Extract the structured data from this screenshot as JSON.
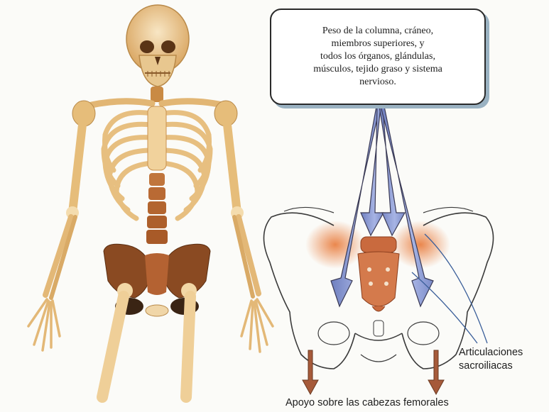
{
  "callout": {
    "text": "Peso de la columna, cráneo,\nmiembros superiores, y\ntodos los órganos, glándulas,\nmúsculos, tejido graso y sistema\nnervioso."
  },
  "labels": {
    "sacroiliac": "Articulaciones\nsacroiliacas",
    "femoral_support": "Apoyo sobre las cabezas femorales"
  },
  "colors": {
    "bone": "#e9c48a",
    "bone_shadow": "#c98a44",
    "pelvis_dark": "#8a4a22",
    "spine": "#b96a3a",
    "sacrum": "#d47a4c",
    "weight_arrow": "#8f9fd4",
    "support_arrow": "#a65a3a",
    "leader_line": "#3b5f9a",
    "joint_glow": "#e87a3a"
  },
  "icons": {
    "skeleton": "human-skeleton-illustration",
    "pelvis": "pelvis-outline-illustration"
  }
}
